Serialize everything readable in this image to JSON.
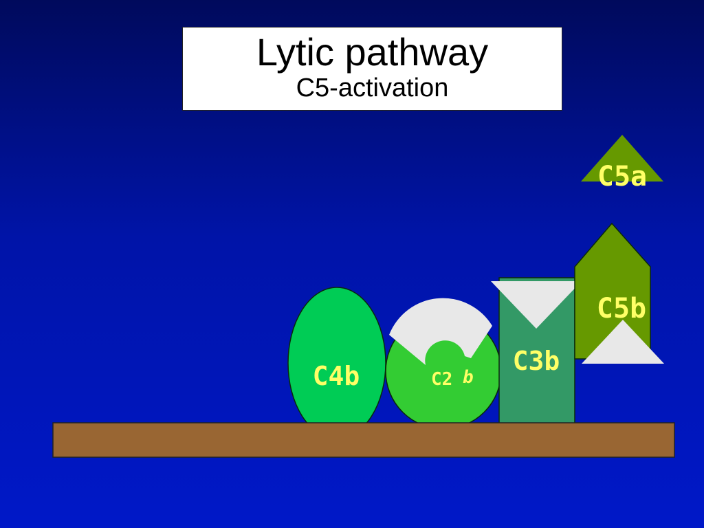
{
  "slide": {
    "title": "Lytic pathway",
    "subtitle": "C5-activation"
  },
  "components": {
    "c4b": "C4b",
    "c2b_c2": "C2",
    "c2b_b": "b",
    "c3b": "C3b",
    "c5b": "C5b",
    "c5a": "C5a"
  },
  "colors": {
    "membrane": "#996633",
    "c4b": "#00cc55",
    "c2b": "#33cc33",
    "c3b": "#339966",
    "c5": "#669900",
    "cutout": "#e8e8e8",
    "label": "#ffff66"
  }
}
